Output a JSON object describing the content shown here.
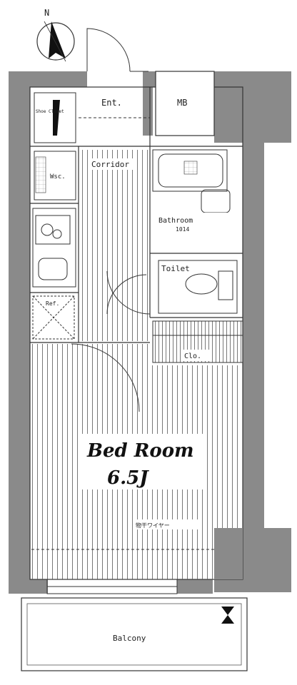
{
  "compass": {
    "label": "N"
  },
  "rooms": {
    "entrance": "Ent.",
    "meter_box": "MB",
    "shoe_closet": "Shoe Closet",
    "washer": "Wsc.",
    "corridor": "Corridor",
    "bathroom": "Bathroom",
    "bathroom_size": "1014",
    "toilet": "Toilet",
    "closet": "Clo.",
    "bedroom": "Bed Room",
    "bedroom_size": "6.5J",
    "balcony": "Balcony",
    "refrigerator": "Ref.",
    "fixture_note": "物干ワイヤー"
  },
  "colors": {
    "wall": "#8a8a8a",
    "line": "#333333",
    "hatch": "#555555"
  }
}
